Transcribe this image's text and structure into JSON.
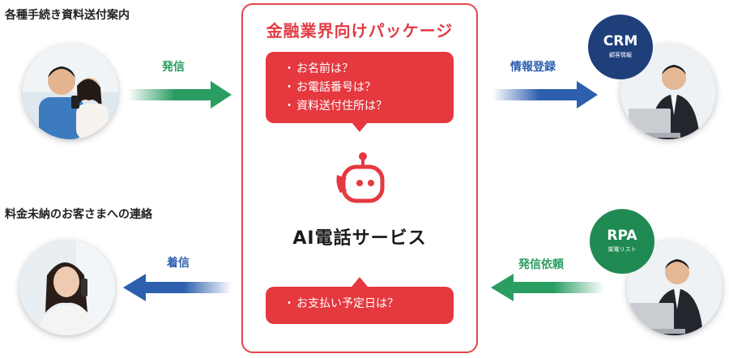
{
  "labels": {
    "top_left": "各種手続き資料送付案内",
    "bottom_left": "料金未納のお客さまへの連絡"
  },
  "arrows": {
    "outgoing": {
      "label": "発信",
      "color": "#2a9d62"
    },
    "incoming": {
      "label": "着信",
      "color": "#2d5fae"
    },
    "to_crm": {
      "label": "情報登録",
      "color": "#2d5fae"
    },
    "from_rpa": {
      "label": "発信依頼",
      "color": "#2a9d62"
    }
  },
  "panel": {
    "title": "金融業界向けパッケージ",
    "questions_top": [
      "お名前は？",
      "お電話番号は？",
      "資料送付住所は？"
    ],
    "questions_bottom": [
      "お支払い予定日は？"
    ],
    "service_name": "AI電話サービス",
    "accent": "#e5383f"
  },
  "badges": {
    "crm": {
      "title": "CRM",
      "subtitle": "顧客情報",
      "color": "#1f3f7a"
    },
    "rpa": {
      "title": "RPA",
      "subtitle": "架電リスト",
      "color": "#1f8a52"
    }
  }
}
